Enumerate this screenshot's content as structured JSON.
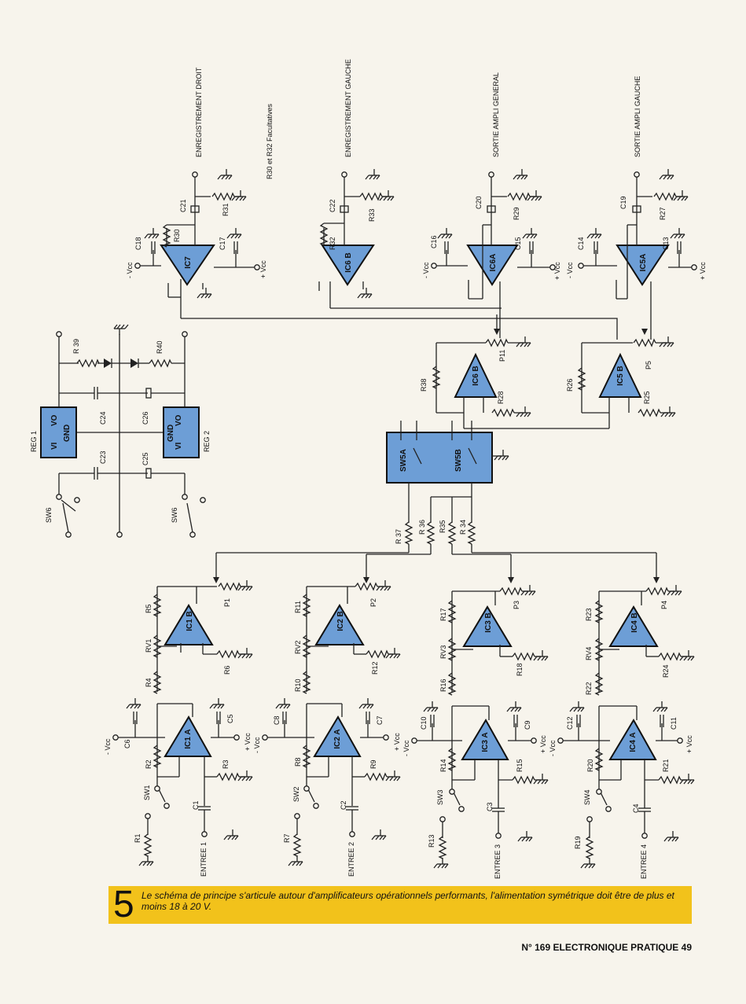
{
  "figure_number": "5",
  "caption": "Le schéma de principe s'articule autour d'amplificateurs opérationnels performants, l'alimentation symétrique doit être de plus et moins 18 à 20 V.",
  "footer": {
    "issue": "N° 169",
    "magazine": "ELECTRONIQUE PRATIQUE",
    "page": "49"
  },
  "outputs": {
    "out1": "ENREGISTREMENT DROIT",
    "out2": "ENREGISTREMENT GAUCHE",
    "out3": "SORTIE AMPLI GENERAL",
    "out4": "SORTIE AMPLI GAUCHE",
    "note": "R30 et R32 Facultatives"
  },
  "supply": {
    "neg": "- Vcc",
    "pos": "+ Vcc"
  },
  "chips": {
    "ic7": "IC7",
    "ic6b_top": "IC6 B",
    "ic6a": "IC6A",
    "ic5a": "IC5A",
    "ic6b_mid": "IC6 B",
    "ic5b": "IC5 B",
    "sw5a": "SW5A",
    "sw5b": "SW5B",
    "reg1": "REG 1",
    "reg2": "REG 2",
    "ic1b": "IC1 B",
    "ic2b": "IC2 B",
    "ic3b": "IC3 B",
    "ic4b": "IC4 B",
    "ic1a": "IC1 A",
    "ic2a": "IC2 A",
    "ic3a": "IC3 A",
    "ic4a": "IC4 A"
  },
  "reg_pins": {
    "vi": "VI",
    "vo": "VO",
    "gnd": "GND"
  },
  "components": {
    "c21": "C21",
    "r31": "R31",
    "c18": "C18",
    "r30": "R30",
    "c17": "C17",
    "c22": "C22",
    "r33": "R33",
    "r32": "R32",
    "c20": "C20",
    "r29": "R29",
    "c16": "C16",
    "c15": "C15",
    "c19": "C19",
    "r27": "R27",
    "c14": "C14",
    "c13": "C13",
    "r39": "R 39",
    "r40": "R40",
    "c24": "C24",
    "c26": "C26",
    "c23": "C23",
    "c25": "C25",
    "sw6a": "SW6",
    "sw6b": "SW6",
    "p11": "P11",
    "p5": "P5",
    "r38": "R38",
    "r28": "R28",
    "r26": "R26",
    "r25": "R25",
    "r37": "R 37",
    "r36": "R 36",
    "r35": "R35",
    "r34": "R 34",
    "r5": "R5",
    "p1": "P1",
    "rv1": "RV1",
    "r6": "R6",
    "r4": "R4",
    "c6": "C6",
    "c5": "C5",
    "r2": "R2",
    "r3": "R3",
    "sw1": "SW1",
    "c1": "C1",
    "r1": "R1",
    "r11": "R11",
    "p2": "P2",
    "rv2": "RV2",
    "r12": "R12",
    "r10": "R10",
    "c8": "C8",
    "c7": "C7",
    "r8": "R8",
    "r9": "R9",
    "sw2": "SW2",
    "c2": "C2",
    "r7": "R7",
    "r17": "R17",
    "p3": "P3",
    "rv3": "RV3",
    "r18": "R18",
    "r16": "R16",
    "c10": "C10",
    "c9": "C9",
    "r14": "R14",
    "r15": "R15",
    "sw3": "SW3",
    "c3": "C3",
    "r13": "R13",
    "r23": "R23",
    "p4": "P4",
    "rv4": "RV4",
    "r24": "R24",
    "r22": "R22",
    "c12": "C12",
    "c11": "C11",
    "r20": "R20",
    "r21": "R21",
    "sw4": "SW4",
    "c4": "C4",
    "r19": "R19"
  },
  "inputs": {
    "in1": "ENTREE 1",
    "in2": "ENTREE 2",
    "in3": "ENTREE 3",
    "in4": "ENTREE 4"
  }
}
